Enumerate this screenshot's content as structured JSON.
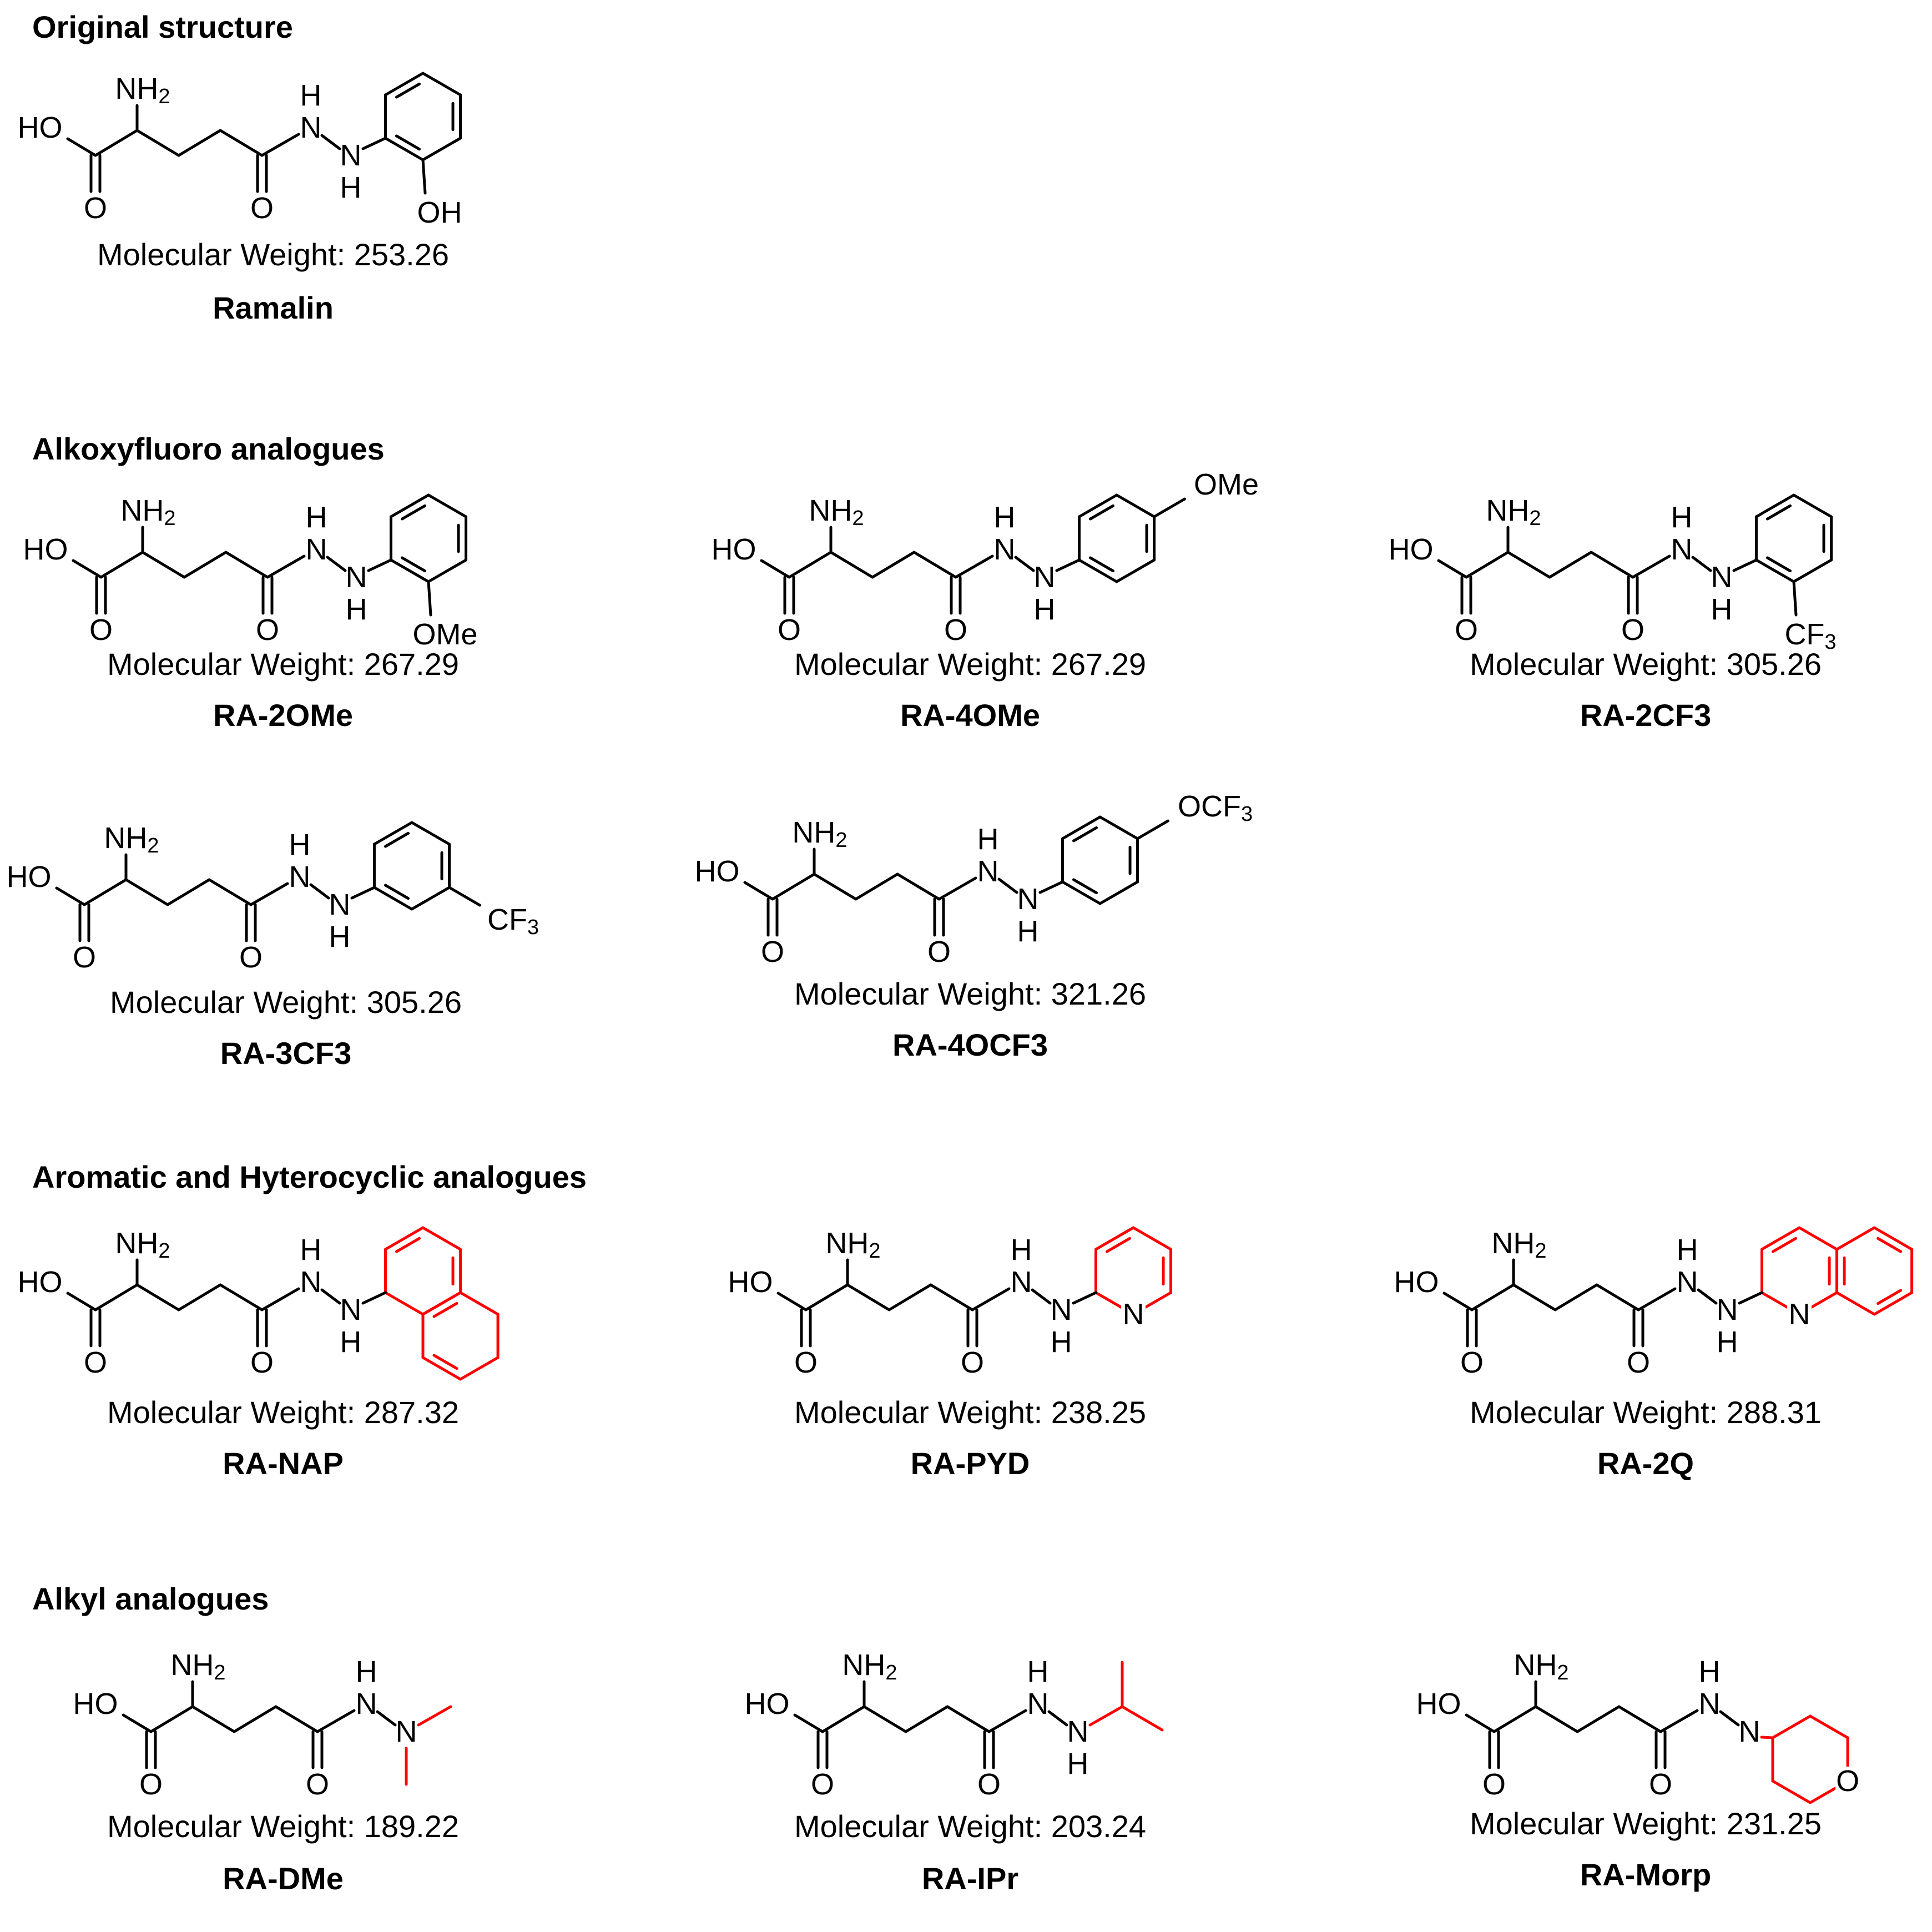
{
  "colors": {
    "text": "#000000",
    "highlight": "#ff0000",
    "nitrogen_highlight": "#0000ff"
  },
  "sections": [
    {
      "title": "Original structure"
    },
    {
      "title": "Alkoxyfluoro analogues"
    },
    {
      "title": "Aromatic and Hyterocyclic analogues"
    },
    {
      "title": "Alkyl analogues"
    }
  ],
  "compounds": [
    {
      "name": "Ramalin",
      "mw_text": "Molecular Weight: 253.26",
      "substituent": "2-OH-phenyl",
      "highlight_label": "OH"
    },
    {
      "name": "RA-2OMe",
      "mw_text": "Molecular Weight: 267.29",
      "substituent": "2-OMe-phenyl",
      "highlight_label": "OMe"
    },
    {
      "name": "RA-4OMe",
      "mw_text": "Molecular Weight: 267.29",
      "substituent": "4-OMe-phenyl",
      "highlight_label": "OMe"
    },
    {
      "name": "RA-2CF3",
      "mw_text": "Molecular Weight: 305.26",
      "substituent": "2-CF3-phenyl",
      "highlight_label": "CF"
    },
    {
      "name": "RA-3CF3",
      "mw_text": "Molecular Weight: 305.26",
      "substituent": "3-CF3-phenyl",
      "highlight_label": "CF"
    },
    {
      "name": "RA-4OCF3",
      "mw_text": "Molecular Weight: 321.26",
      "substituent": "4-OCF3-phenyl",
      "highlight_label": "OCF"
    },
    {
      "name": "RA-NAP",
      "mw_text": "Molecular Weight: 287.32",
      "substituent": "1-naphthyl",
      "highlight_label": ""
    },
    {
      "name": "RA-PYD",
      "mw_text": "Molecular Weight: 238.25",
      "substituent": "2-pyridyl",
      "highlight_label": "N"
    },
    {
      "name": "RA-2Q",
      "mw_text": "Molecular Weight: 288.31",
      "substituent": "2-quinolyl",
      "highlight_label": "N"
    },
    {
      "name": "RA-DMe",
      "mw_text": "Molecular Weight: 189.22",
      "substituent": "N,N-dimethyl",
      "highlight_label": ""
    },
    {
      "name": "RA-IPr",
      "mw_text": "Molecular Weight: 203.24",
      "substituent": "isopropyl",
      "highlight_label": ""
    },
    {
      "name": "RA-Morp",
      "mw_text": "Molecular Weight: 231.25",
      "substituent": "morpholino",
      "highlight_label": "O"
    }
  ],
  "atoms": {
    "amine": "NH",
    "amine_sub": "2",
    "hydroxy_acid": "HO",
    "oxygen": "O",
    "nitrogen": "N",
    "hydrogen": "H",
    "trifluoro_sub": "3"
  }
}
